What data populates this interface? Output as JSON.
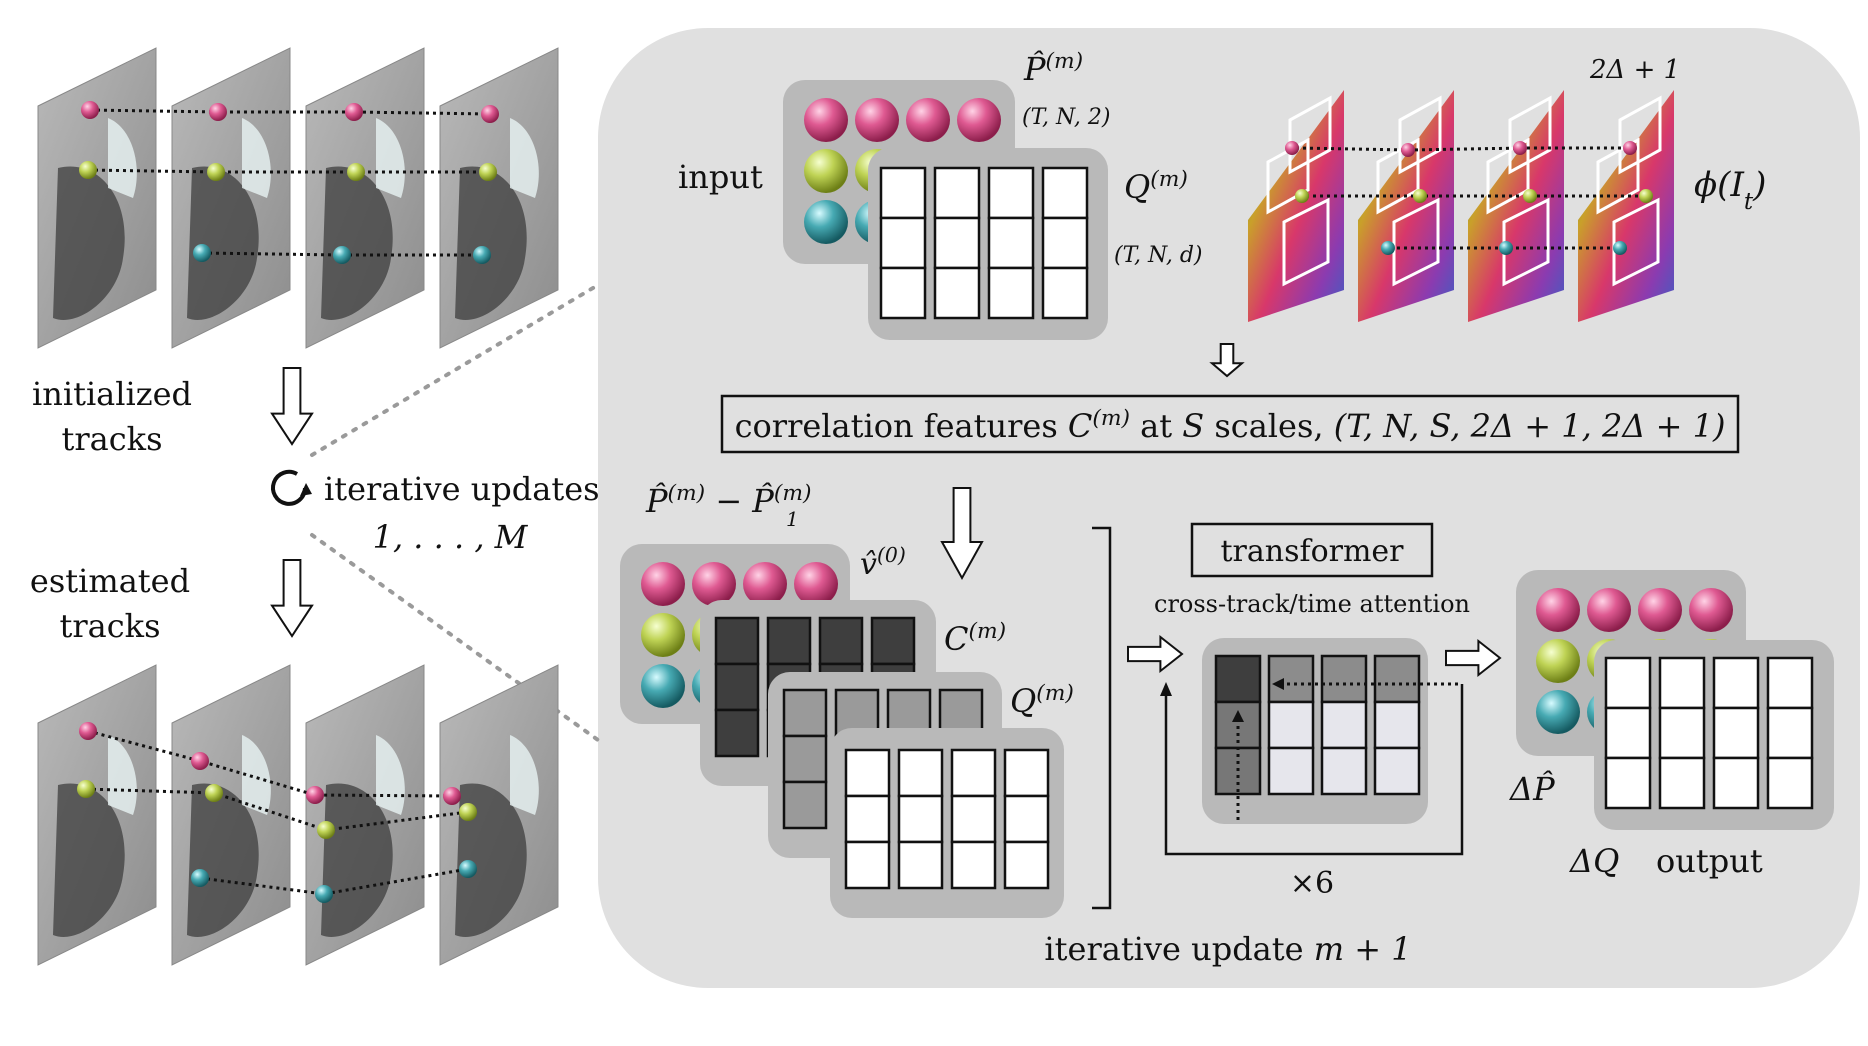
{
  "left": {
    "initialized_label_1": "initialized",
    "initialized_label_2": "tracks",
    "iterative_label_1": "iterative updates",
    "iterative_label_2": "1, . . . , M",
    "estimated_label_1": "estimated",
    "estimated_label_2": "tracks"
  },
  "panel": {
    "input_label": "input",
    "p_hat_label": "P̂",
    "p_hat_sup": "(m)",
    "p_hat_shape": "(T, N, 2)",
    "q_label": "Q",
    "q_sup": "(m)",
    "q_shape": "(T, N, d)",
    "delta_label": "2Δ + 1",
    "phi_label": "ϕ(I",
    "phi_sub": "t",
    "phi_close": ")",
    "correlation_box": {
      "part1": "correlation features ",
      "c_sym": "C",
      "c_sup": "(m)",
      "part2": " at ",
      "s_sym": "S",
      "part3": " scales, ",
      "shape": "(T, N, S, 2Δ + 1, 2Δ + 1)"
    },
    "diff_label": "P̂",
    "diff_sup": "(m)",
    "diff_minus": " − P̂",
    "diff_sup2": "(m)",
    "diff_sub2": "1",
    "v_hat_label": "v̂",
    "v_hat_sup": "(0)",
    "c_label": "C",
    "c_sup": "(m)",
    "q2_label": "Q",
    "q2_sup": "(m)",
    "transformer_label": "transformer",
    "attention_label": "cross-track/time attention",
    "times_six": "×6",
    "delta_p_label": "ΔP̂",
    "delta_q_label": "ΔQ",
    "output_label": "output",
    "iterative_update_label": "iterative update ",
    "iterative_update_math": "m + 1"
  },
  "colors": {
    "panel_bg": "#e0e0e0",
    "pink": "#d94b86",
    "lime": "#b7cc4a",
    "teal": "#3fa1aa",
    "dark_cell": "#3e3e3e",
    "mid_cell": "#9a9a9a",
    "white_cell": "#ffffff"
  }
}
